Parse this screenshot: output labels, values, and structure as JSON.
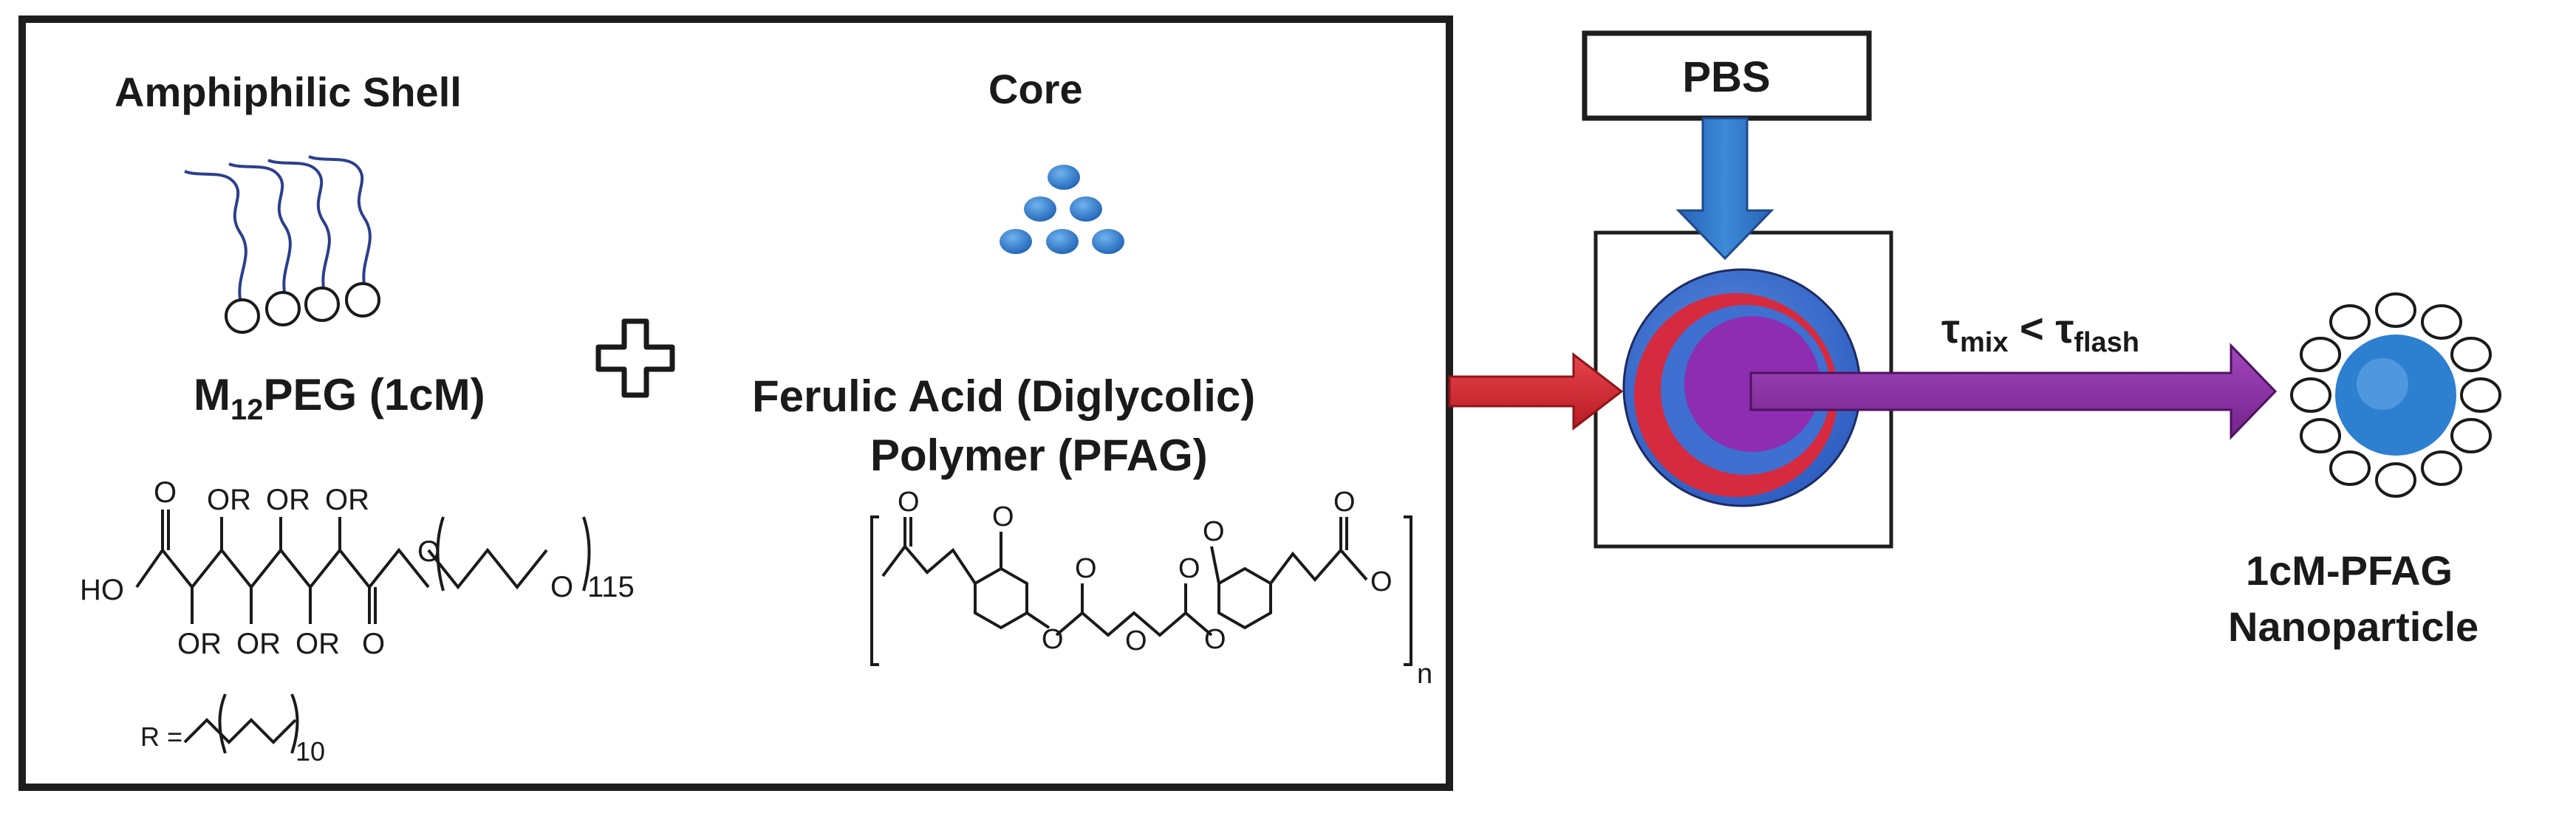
{
  "left_panel": {
    "shell_title": "Amphiphilic Shell",
    "core_title": "Core",
    "shell_name_prefix": "M",
    "shell_name_sub": "12",
    "shell_name_suffix": "PEG (1cM)",
    "core_name_line1": "Ferulic Acid (Diglycolic)",
    "core_name_line2": "Polymer (PFAG)"
  },
  "shell_structure": {
    "o_label": "O",
    "ho_label": "HO",
    "or_label": "OR",
    "peg_repeat": "115",
    "r_label": "R =",
    "r_repeat": "10"
  },
  "core_structure": {
    "o_label": "O",
    "n_label": "n"
  },
  "mixer": {
    "inlet_label": "PBS",
    "condition_tau_symbol": "τ",
    "condition_sub1": "mix",
    "condition_operator": " < ",
    "condition_sub2": "flash"
  },
  "product": {
    "line1": "1cM-PFAG",
    "line2": "Nanoparticle"
  },
  "colors": {
    "frame": "#1e1e1e",
    "chain_blue": "#2b3f8e",
    "core_blue": "#2d7fd0",
    "pbs_arrow": "#2d72c4",
    "red_arrow": "#d6232b",
    "purple_arrow": "#8a2fa1",
    "mixer_outer": "#3f6fd0",
    "mixer_red": "#d62a3e",
    "mixer_purple": "#8e2db0"
  }
}
